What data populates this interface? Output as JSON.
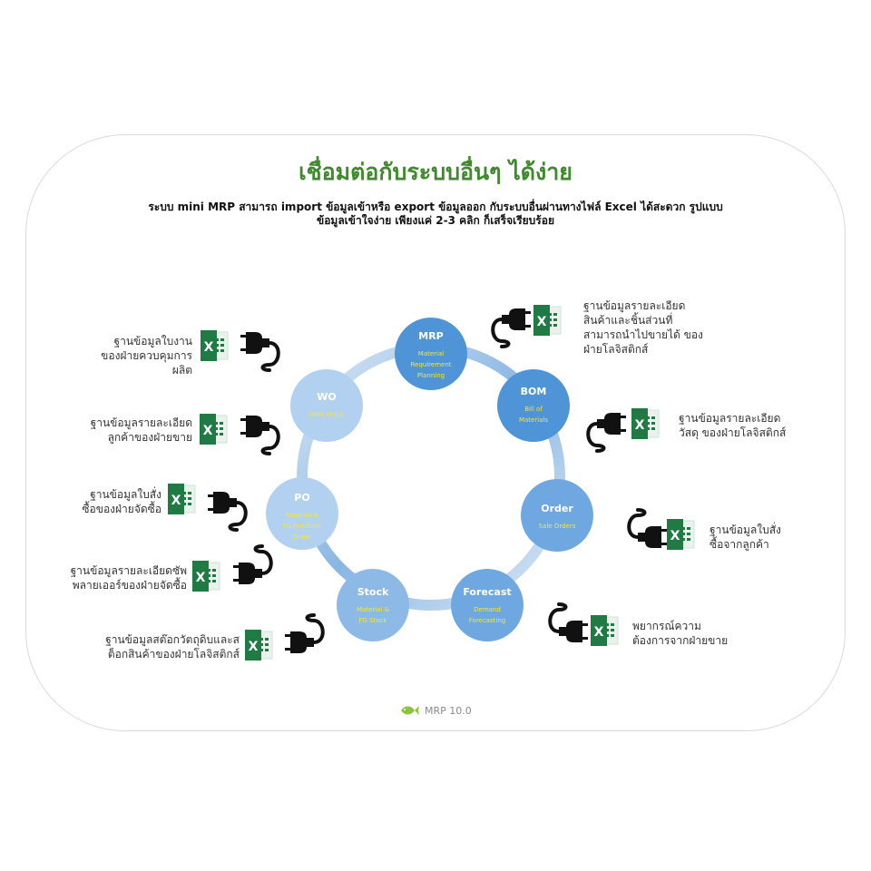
{
  "header": {
    "title": "เชื่อมต่อกับระบบอื่นๆ ได้ง่าย",
    "subtitle_line1": "ระบบ mini MRP สามารถ import ข้อมูลเข้าหรือ export ข้อมูลออก กับระบบอื่นผ่านทางไฟล์ Excel ได้สะดวก รูปแบบ",
    "subtitle_line2": "ข้อมูลเข้าใจง่าย เพียงแค่ 2-3 คลิก ก็เสร็จเรียบร้อย"
  },
  "nodes": [
    {
      "id": "mrp",
      "title": "MRP",
      "subtitle": "Material Requirement Planning",
      "color": "#4f94d6"
    },
    {
      "id": "bom",
      "title": "BOM",
      "subtitle": "Bill of Materials",
      "color": "#4f94d6"
    },
    {
      "id": "order",
      "title": "Order",
      "subtitle": "Sale Orders",
      "color": "#6fa8e0"
    },
    {
      "id": "forecast",
      "title": "Forecast",
      "subtitle": "Demand Forecasting",
      "color": "#6fa8e0"
    },
    {
      "id": "stock",
      "title": "Stock",
      "subtitle": "Material & FG Stock",
      "color": "#8db9e6"
    },
    {
      "id": "po",
      "title": "PO",
      "subtitle": "Materila & FG Purchase Order",
      "color": "#b2d0ef"
    },
    {
      "id": "wo",
      "title": "WO",
      "subtitle": "Work Order",
      "color": "#b2d0ef"
    }
  ],
  "connectors": [
    {
      "id": "mrp",
      "text": "ฐานข้อมูลรายละเอียด\nสินค้าและชิ้นส่วนที่\nสามารถนำไปขายได้  ของ\nฝ่ายโลจิสติกส์"
    },
    {
      "id": "bom",
      "text": "ฐานข้อมูลรายละเอียด\nวัสดุ ของฝ่ายโลจิสติกส์"
    },
    {
      "id": "order",
      "text": "ฐานข้อมูลใบสั่ง\nซื้อจากลูกค้า"
    },
    {
      "id": "forecast",
      "text": "พยากรณ์ความ\nต้องการจากฝ่ายขาย"
    },
    {
      "id": "stock",
      "text": "ฐานข้อมูลสต๊อกวัตถุดิบและส\nต็อกสินค้าของฝ่ายโลจิสติกส์"
    },
    {
      "id": "supplier",
      "text": "ฐานข้อมูลรายละเอียดซัพ\nพลายเออร์ของฝ่ายจัดซื้อ"
    },
    {
      "id": "po",
      "text": "ฐานข้อมูลใบสั่ง\nซื้อของฝ่ายจัดซื้อ"
    },
    {
      "id": "customer",
      "text": "ฐานข้อมูลรายละเอียด\nลูกค้าของฝ่ายขาย"
    },
    {
      "id": "wo",
      "text": "ฐานข้อมูลใบงาน\nของฝ่ายควบคุมการ\nผลิต"
    }
  ],
  "icons": {
    "file": "excel-icon",
    "link": "plug-icon"
  },
  "colors": {
    "title": "#3f8a2c",
    "excel": "#1f7a44",
    "ring": "#bcd5ee",
    "node_text": "#ffffff",
    "node_sub": "#f5e63a"
  },
  "footer": {
    "label": "MRP 10.0"
  }
}
